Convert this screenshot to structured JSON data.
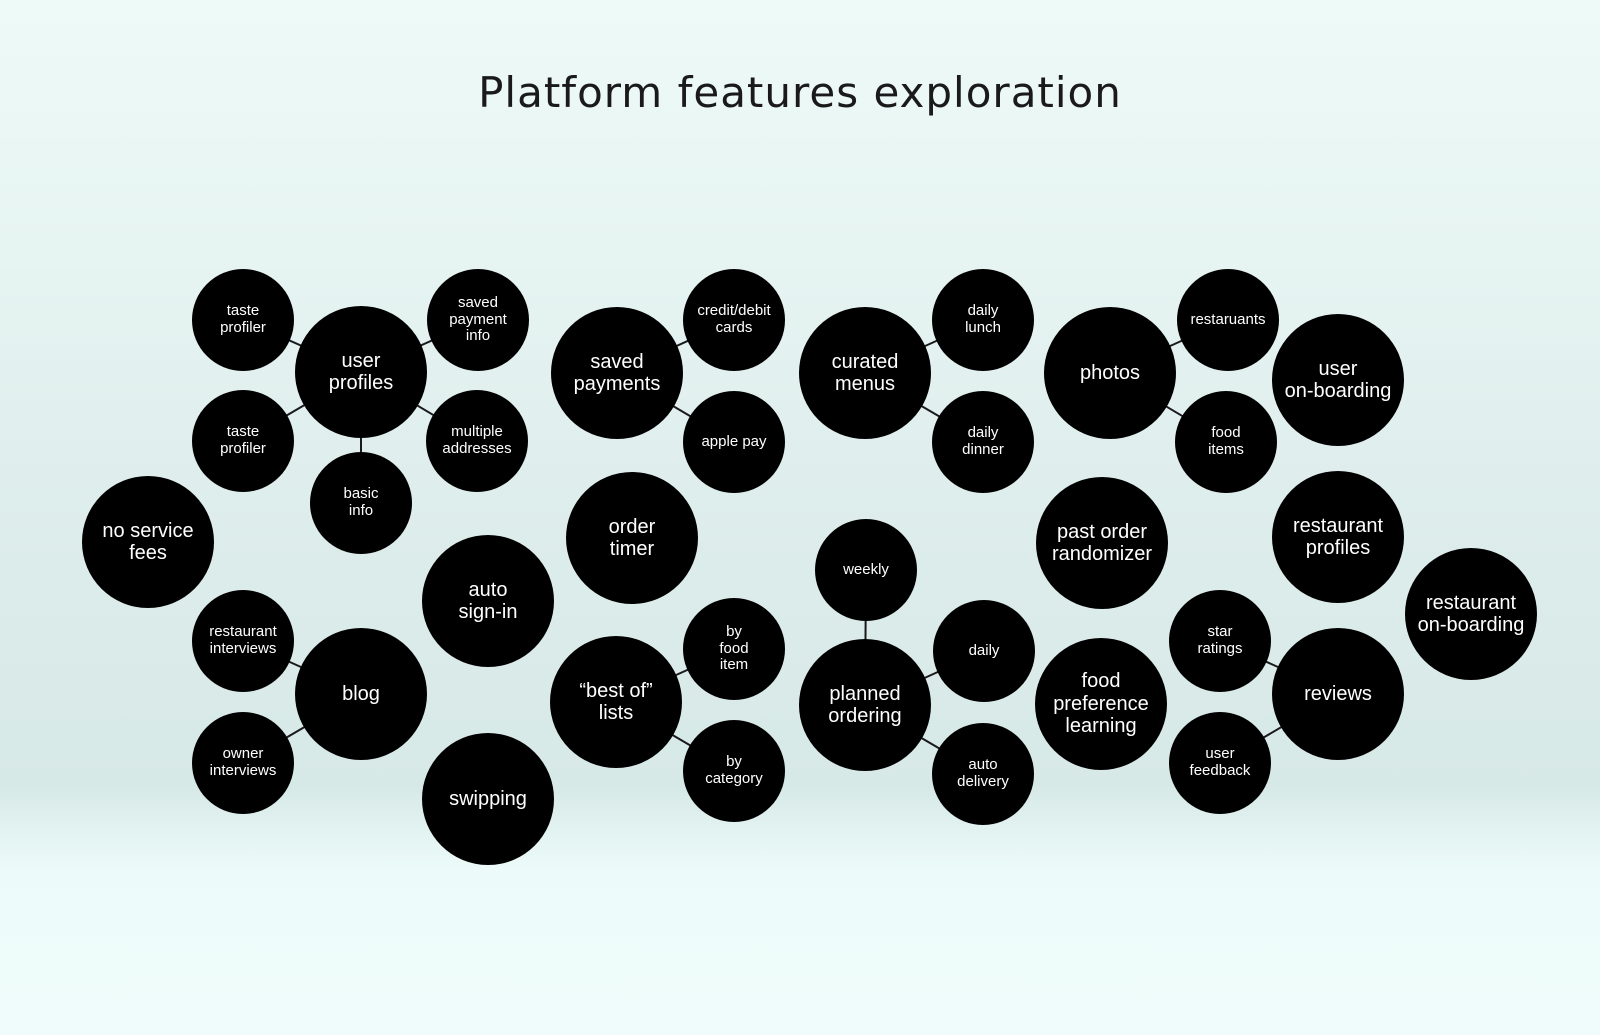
{
  "title": "Platform features exploration",
  "colors": {
    "node": "#000000",
    "node_text": "#ffffff",
    "link": "#1a1a1a"
  },
  "hubs": [
    {
      "id": "user-profiles",
      "label": "user\nprofiles",
      "children": [
        {
          "id": "taste-profiler-1",
          "label": "taste\nprofiler"
        },
        {
          "id": "taste-profiler-2",
          "label": "taste\nprofiler"
        },
        {
          "id": "saved-payment-info",
          "label": "saved\npayment\ninfo"
        },
        {
          "id": "multiple-addresses",
          "label": "multiple\naddresses"
        },
        {
          "id": "basic-info",
          "label": "basic\ninfo"
        }
      ]
    },
    {
      "id": "saved-payments",
      "label": "saved\npayments",
      "children": [
        {
          "id": "credit-debit-cards",
          "label": "credit/debit\ncards"
        },
        {
          "id": "apple-pay",
          "label": "apple pay"
        }
      ]
    },
    {
      "id": "curated-menus",
      "label": "curated\nmenus",
      "children": [
        {
          "id": "daily-lunch",
          "label": "daily\nlunch"
        },
        {
          "id": "daily-dinner",
          "label": "daily\ndinner"
        }
      ]
    },
    {
      "id": "photos",
      "label": "photos",
      "children": [
        {
          "id": "photo-restaurants",
          "label": "restaruants"
        },
        {
          "id": "food-items",
          "label": "food\nitems"
        }
      ]
    },
    {
      "id": "user-onboarding",
      "label": "user\non-boarding",
      "children": []
    },
    {
      "id": "no-service-fees",
      "label": "no service\nfees",
      "children": []
    },
    {
      "id": "order-timer",
      "label": "order\ntimer",
      "children": []
    },
    {
      "id": "past-order-randomizer",
      "label": "past order\nrandomizer",
      "children": []
    },
    {
      "id": "restaurant-profiles",
      "label": "restaurant\nprofiles",
      "children": []
    },
    {
      "id": "restaurant-onboarding",
      "label": "restaurant\non-boarding",
      "children": []
    },
    {
      "id": "auto-sign-in",
      "label": "auto\nsign-in",
      "children": []
    },
    {
      "id": "blog",
      "label": "blog",
      "children": [
        {
          "id": "restaurant-interviews",
          "label": "restaurant\ninterviews"
        },
        {
          "id": "owner-interviews",
          "label": "owner\ninterviews"
        }
      ]
    },
    {
      "id": "best-of-lists",
      "label": "“best of”\nlists",
      "children": [
        {
          "id": "by-food-item",
          "label": "by\nfood\nitem"
        },
        {
          "id": "by-category",
          "label": "by\ncategory"
        }
      ]
    },
    {
      "id": "planned-ordering",
      "label": "planned\nordering",
      "children": [
        {
          "id": "weekly",
          "label": "weekly"
        },
        {
          "id": "daily",
          "label": "daily"
        },
        {
          "id": "auto-delivery",
          "label": "auto\ndelivery"
        }
      ]
    },
    {
      "id": "food-preference-learning",
      "label": "food\npreference\nlearning",
      "children": []
    },
    {
      "id": "swipping",
      "label": "swipping",
      "children": []
    },
    {
      "id": "reviews",
      "label": "reviews",
      "children": [
        {
          "id": "star-ratings",
          "label": "star\nratings"
        },
        {
          "id": "user-feedback",
          "label": "user\nfeedback"
        }
      ]
    }
  ]
}
